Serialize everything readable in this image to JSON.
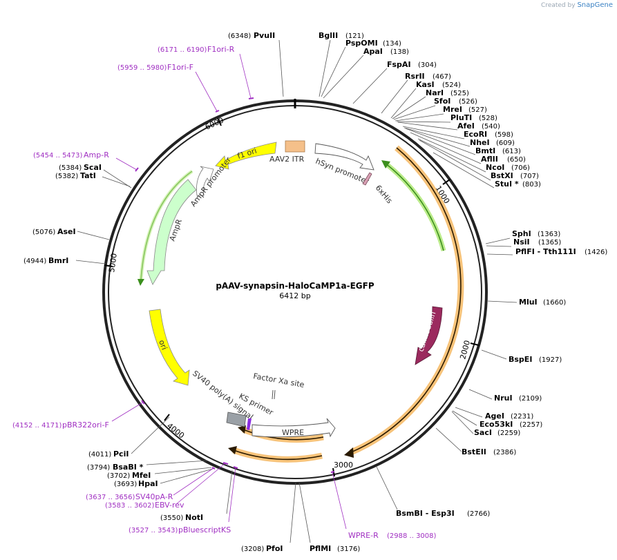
{
  "credit": {
    "prefix": "Created by",
    "brand": "SnapGene"
  },
  "plasmid": {
    "name": "pAAV-synapsin-HaloCaMP1a-EGFP",
    "length": "6412 bp"
  },
  "ticks": [
    "1000",
    "2000",
    "3000",
    "4000",
    "5000",
    "6000"
  ],
  "features": {
    "f1ori": "f1 ori",
    "aav2itr": "AAV2 ITR",
    "hsyn": "hSyn promoter",
    "his": "6xHis",
    "amppromoter": "AmpR promoter",
    "ampr": "AmpR",
    "ori": "ori",
    "calmodulin": "calmodulin",
    "sv40": "SV40 poly(A) signal",
    "ks": "KS primer",
    "factorxa": "Factor Xa site",
    "wpre": "WPRE"
  },
  "enzymes": [
    {
      "name": "PvuII",
      "pos": "(6348)"
    },
    {
      "name": "BglII",
      "pos": "(121)"
    },
    {
      "name": "PspOMI",
      "pos": "(134)"
    },
    {
      "name": "ApaI",
      "pos": "(138)"
    },
    {
      "name": "FspAI",
      "pos": "(304)"
    },
    {
      "name": "RsrII",
      "pos": "(467)"
    },
    {
      "name": "KasI",
      "pos": "(524)"
    },
    {
      "name": "NarI",
      "pos": "(525)"
    },
    {
      "name": "SfoI",
      "pos": "(526)"
    },
    {
      "name": "MreI",
      "pos": "(527)"
    },
    {
      "name": "PluTI",
      "pos": "(528)"
    },
    {
      "name": "AfeI",
      "pos": "(540)"
    },
    {
      "name": "EcoRI",
      "pos": "(598)"
    },
    {
      "name": "NheI",
      "pos": "(609)"
    },
    {
      "name": "BmtI",
      "pos": "(613)"
    },
    {
      "name": "AflII",
      "pos": "(650)"
    },
    {
      "name": "NcoI",
      "pos": "(706)"
    },
    {
      "name": "BstXI",
      "pos": "(707)"
    },
    {
      "name": "StuI *",
      "pos": "(803)"
    },
    {
      "name": "SphI",
      "pos": "(1363)"
    },
    {
      "name": "NsiI",
      "pos": "(1365)"
    },
    {
      "name": "PflFI - Tth111I",
      "pos": "(1426)"
    },
    {
      "name": "MluI",
      "pos": "(1660)"
    },
    {
      "name": "BspEI",
      "pos": "(1927)"
    },
    {
      "name": "NruI",
      "pos": "(2109)"
    },
    {
      "name": "AgeI",
      "pos": "(2231)"
    },
    {
      "name": "Eco53kI",
      "pos": "(2257)"
    },
    {
      "name": "SacI",
      "pos": "(2259)"
    },
    {
      "name": "BstEII",
      "pos": "(2386)"
    },
    {
      "name": "BsmBI - Esp3I",
      "pos": "(2766)"
    },
    {
      "name": "PflMI",
      "pos": "(3176)"
    },
    {
      "name": "PfoI",
      "pos": "(3208)"
    },
    {
      "name": "NotI",
      "pos": "(3550)"
    },
    {
      "name": "HpaI",
      "pos": "(3693)"
    },
    {
      "name": "MfeI",
      "pos": "(3702)"
    },
    {
      "name": "BsaBI *",
      "pos": "(3794)"
    },
    {
      "name": "PciI",
      "pos": "(4011)"
    },
    {
      "name": "BmrI",
      "pos": "(4944)"
    },
    {
      "name": "AseI",
      "pos": "(5076)"
    },
    {
      "name": "TatI",
      "pos": "(5382)"
    },
    {
      "name": "ScaI",
      "pos": "(5384)"
    }
  ],
  "primers": [
    {
      "name": "F1ori-R",
      "pos": "(6171 .. 6190)"
    },
    {
      "name": "F1ori-F",
      "pos": "(5959 .. 5980)"
    },
    {
      "name": "Amp-R",
      "pos": "(5454 .. 5473)"
    },
    {
      "name": "pBR322ori-F",
      "pos": "(4152 .. 4171)"
    },
    {
      "name": "SV40pA-R",
      "pos": "(3637 .. 3656)"
    },
    {
      "name": "EBV-rev",
      "pos": "(3583 .. 3602)"
    },
    {
      "name": "pBluescriptKS",
      "pos": "(3527 .. 3543)"
    },
    {
      "name": "WPRE-R",
      "pos": "(2988 .. 3008)"
    }
  ],
  "colors": {
    "backbone": "#222222",
    "primer": "#a02fc2",
    "f1ori": "#ffff00",
    "ori": "#ffff00",
    "ampr": "#ccffcc",
    "itr": "#f5c08a",
    "calmodulin": "#9b2a5e",
    "orange_glow": "#f7c37a",
    "green_track": "#3b8f1d"
  }
}
